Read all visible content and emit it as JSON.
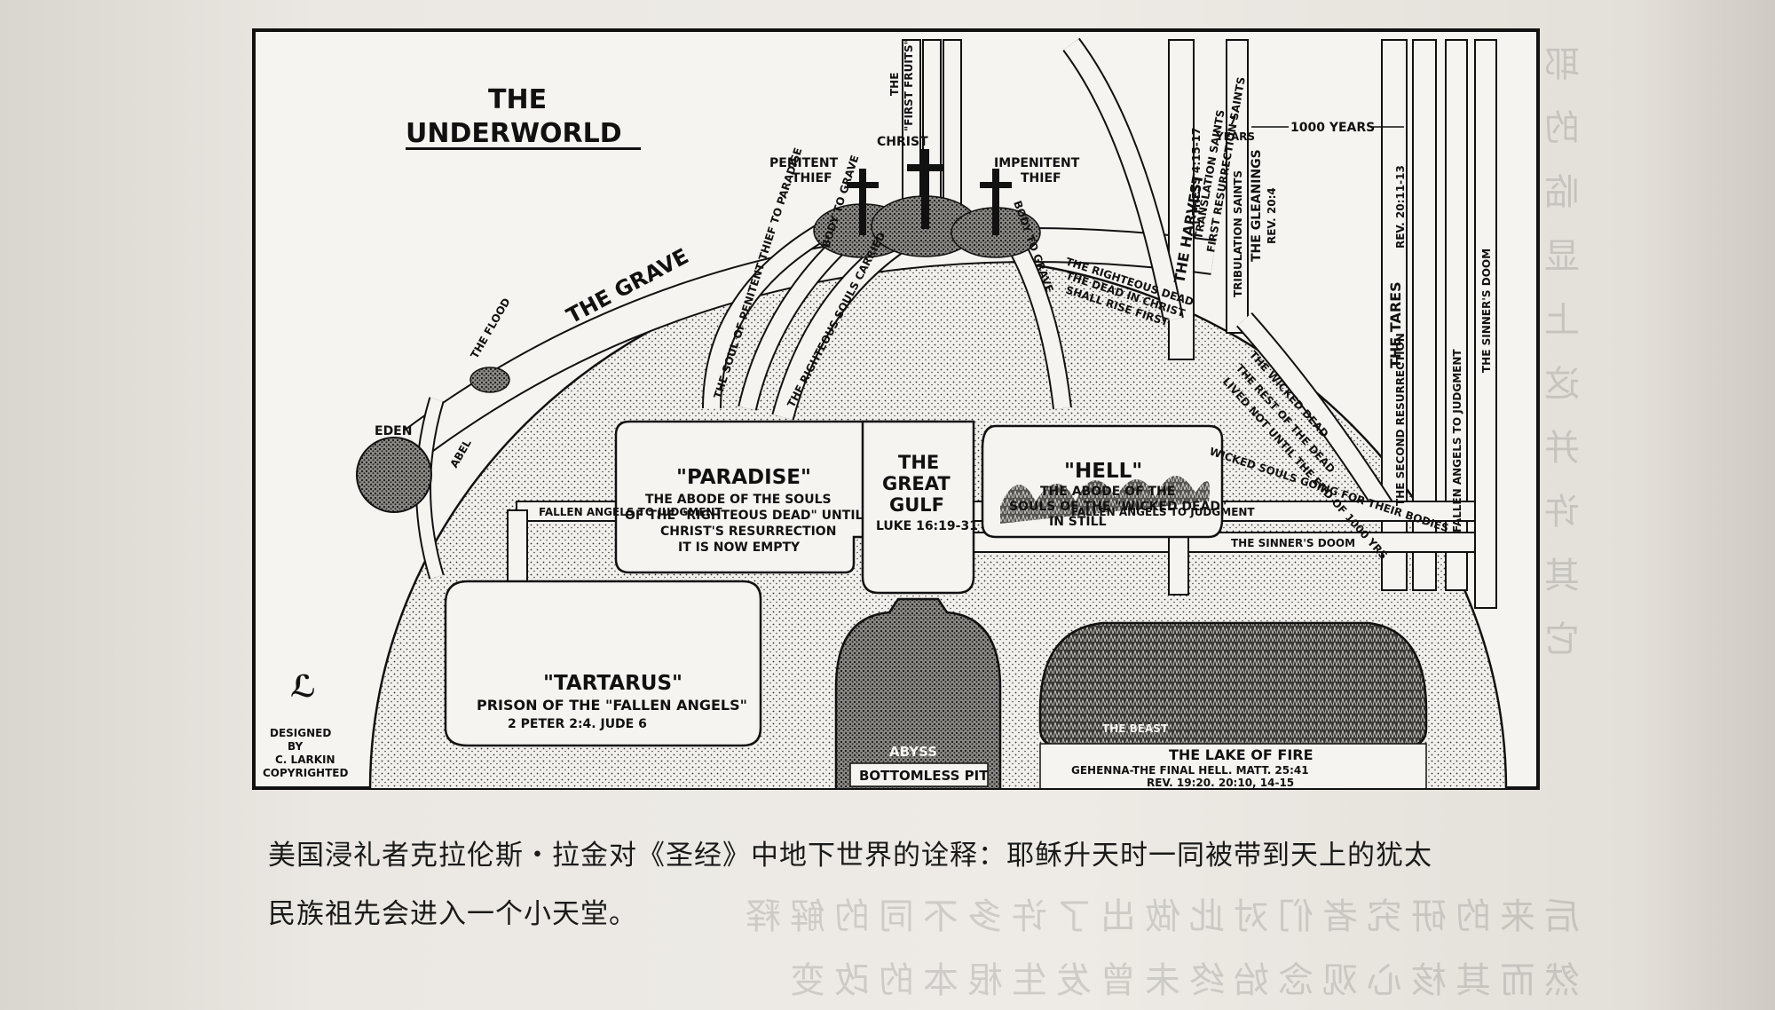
{
  "figure": {
    "title_line1": "THE",
    "title_line2": "UNDERWORLD",
    "grave_label": "THE GRAVE",
    "eden_label": "EDEN",
    "abel_label": "ABEL",
    "flood_label": "THE FLOOD",
    "paradise": {
      "title": "\"PARADISE\"",
      "lines": [
        "THE ABODE OF THE SOULS",
        "OF THE \"RIGHTEOUS DEAD\" UNTIL",
        "CHRIST'S RESURRECTION",
        "IT IS NOW EMPTY"
      ]
    },
    "gulf": {
      "lines": [
        "THE",
        "GREAT",
        "GULF"
      ],
      "ref": "LUKE 16:19-31"
    },
    "hell": {
      "title": "\"HELL\"",
      "lines": [
        "THE ABODE OF THE",
        "SOULS OF THE \"WICKED DEAD\"",
        "IN STILL"
      ]
    },
    "tartarus": {
      "title": "\"TARTARUS\"",
      "subtitle": "PRISON OF THE \"FALLEN ANGELS\"",
      "ref": "2 PETER 2:4. JUDE 6"
    },
    "abyss": {
      "line1": "ABYSS",
      "line2": "BOTTOMLESS PIT"
    },
    "lake": {
      "beast": "THE BEAST",
      "title": "THE LAKE OF FIRE",
      "subtitle": "GEHENNA-THE FINAL HELL. MATT. 25:41",
      "ref": "REV. 19:20. 20:10, 14-15"
    },
    "crosses": {
      "penitent": [
        "PENITENT",
        "THIEF"
      ],
      "impenitent": [
        "IMPENITENT",
        "THIEF"
      ],
      "christ": "CHRIST",
      "first_fruits": [
        "THE",
        "\"FIRST FRUITS\""
      ]
    },
    "paths": {
      "fallen_angels_left": "FALLEN ANGELS TO JUDGMENT",
      "fallen_angels_right": "FALLEN ANGELS TO JUDGMENT",
      "sinners_doom": "THE SINNER'S DOOM",
      "wicked_souls": "WICKED SOULS GOING FOR THEIR BODIES",
      "righteous_souls": "THE RIGHTEOUS SOULS CARRIED",
      "penitent_thief_path": "THE SOUL OF PENITENT THIEF TO PARADISE",
      "body_to_grave_left": "BODY TO GRAVE",
      "body_to_grave_right": "BODY TO GRAVE",
      "righteous_dead": [
        "THE RIGHTEOUS DEAD",
        "THE DEAD IN CHRIST",
        "SHALL RISE FIRST"
      ],
      "wicked_dead": [
        "THE WICKED DEAD",
        "THE REST OF THE DEAD",
        "LIVED NOT UNTIL THE END OF 1000 YRS"
      ],
      "harvest": "THE HARVEST",
      "harvest_sub": [
        "TRANSLATION SAINTS",
        "FIRST RESURRECTION SAINTS",
        "1 THESS 4:15-17"
      ],
      "gleanings": "THE GLEANINGS",
      "gleanings_sub": [
        "TRIBULATION SAINTS",
        "REV. 20:4"
      ],
      "tares": "THE TARES",
      "tares_sub": [
        "THE SECOND RESURRECTION",
        "REV. 20:11-13"
      ],
      "sinners_doom_vertical": "THE SINNER'S DOOM",
      "fallen_angels_vertical": "FALLEN ANGELS TO JUDGMENT",
      "seven_years": [
        "7",
        "YEARS"
      ],
      "thousand_years": "1000 YEARS"
    },
    "signature": [
      "DESIGNED",
      "BY",
      "C. LARKIN",
      "COPYRIGHTED"
    ]
  },
  "caption": {
    "line1": "美国浸礼者克拉伦斯・拉金对《圣经》中地下世界的诠释：耶稣升天时一同被带到天上的犹太",
    "line2": "民族祖先会进入一个小天堂。"
  },
  "colors": {
    "ink": "#111111",
    "paper": "#f4f2ee",
    "page": "#ebe8e3"
  }
}
